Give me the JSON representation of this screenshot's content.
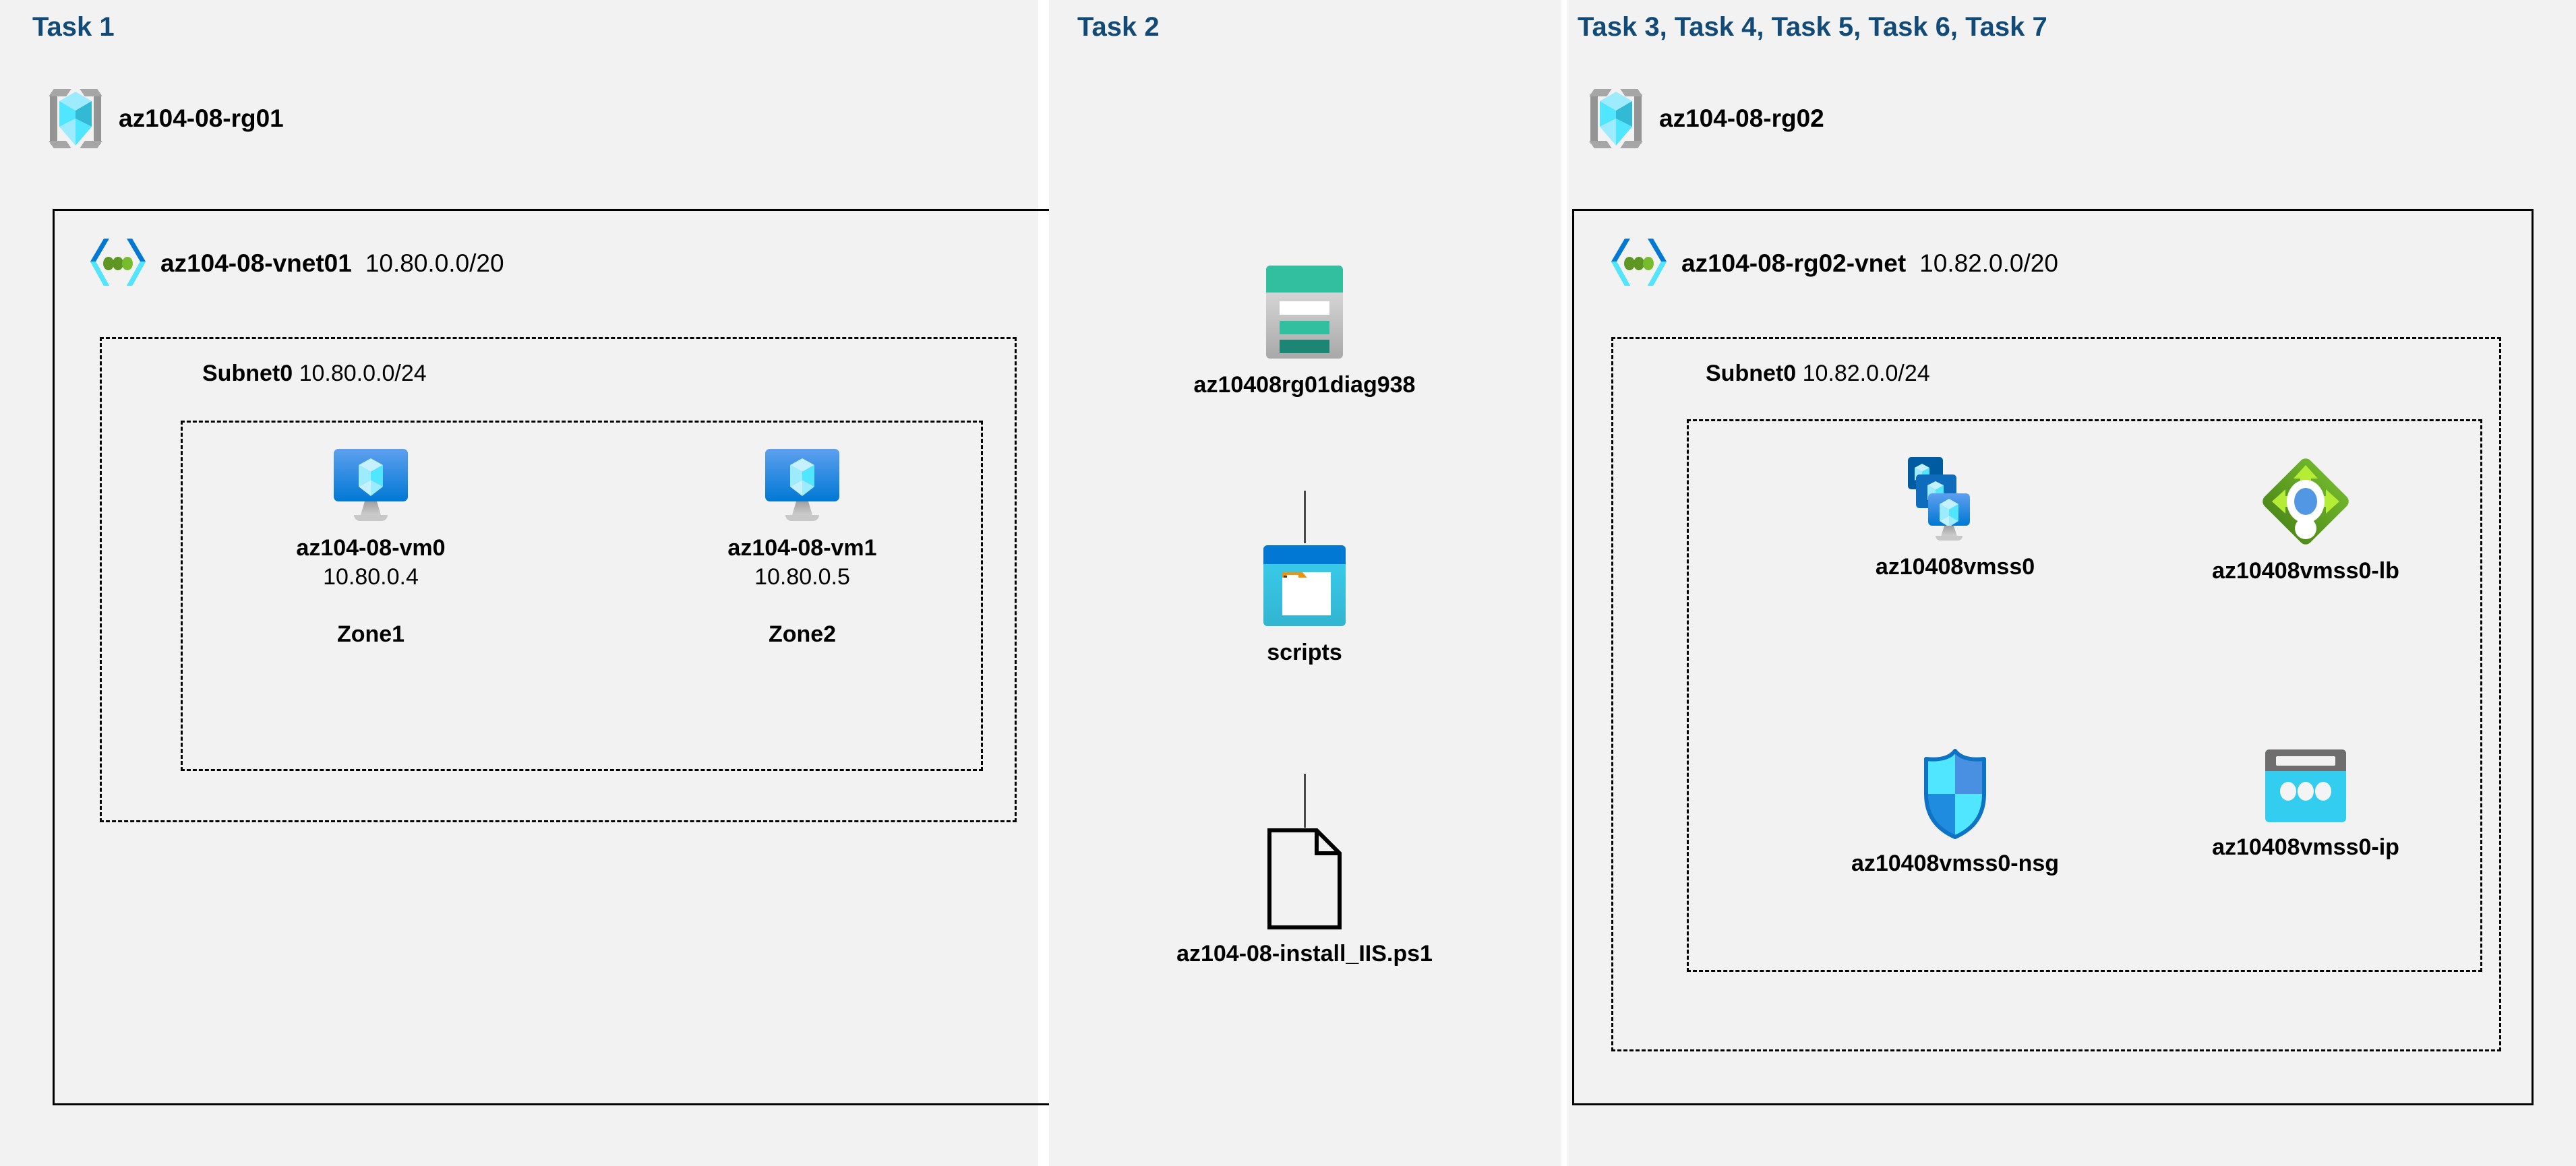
{
  "diagram": {
    "title": "Azure AZ-104 Lab 08 architecture",
    "background": "#ffffff",
    "panel_color": "#f2f2f2",
    "heading_color": "#124A77"
  },
  "panels": [
    {
      "id": "task1",
      "heading": "Task 1"
    },
    {
      "id": "task2",
      "heading": "Task 2"
    },
    {
      "id": "task3",
      "heading": "Task 3, Task 4, Task 5, Task 6, Task 7"
    }
  ],
  "task1": {
    "resource_group": {
      "name": "az104-08-rg01",
      "icon": "resource-group-icon"
    },
    "vnet": {
      "name": "az104-08-vnet01",
      "cidr": "10.80.0.0/20",
      "icon": "virtual-network-icon"
    },
    "subnet": {
      "name": "Subnet0",
      "cidr": "10.80.0.0/24"
    },
    "vms": [
      {
        "name": "az104-08-vm0",
        "ip": "10.80.0.4",
        "zone": "Zone1",
        "icon": "virtual-machine-icon"
      },
      {
        "name": "az104-08-vm1",
        "ip": "10.80.0.5",
        "zone": "Zone2",
        "icon": "virtual-machine-icon"
      }
    ]
  },
  "task2": {
    "storage_account": {
      "name": "az10408rg01diag938",
      "icon": "storage-account-icon"
    },
    "container": {
      "name": "scripts",
      "icon": "blob-container-icon"
    },
    "file": {
      "name": "az104-08-install_IIS.ps1",
      "icon": "document-icon"
    }
  },
  "task3": {
    "resource_group": {
      "name": "az104-08-rg02",
      "icon": "resource-group-icon"
    },
    "vnet": {
      "name": "az104-08-rg02-vnet",
      "cidr": "10.82.0.0/20",
      "icon": "virtual-network-icon"
    },
    "subnet": {
      "name": "Subnet0",
      "cidr": "10.82.0.0/24"
    },
    "resources": [
      {
        "name": "az10408vmss0",
        "icon": "vm-scale-set-icon"
      },
      {
        "name": "az10408vmss0-lb",
        "icon": "load-balancer-icon"
      },
      {
        "name": "az10408vmss0-nsg",
        "icon": "network-security-group-icon"
      },
      {
        "name": "az10408vmss0-ip",
        "icon": "public-ip-address-icon"
      }
    ]
  },
  "colors": {
    "azure_blue": "#0078D4",
    "cyan": "#32BEDD",
    "light_cyan": "#9CEBFF",
    "green": "#5E9624",
    "light_green": "#B4EC36",
    "teal": "#32BFA0",
    "gray": "#949494"
  }
}
